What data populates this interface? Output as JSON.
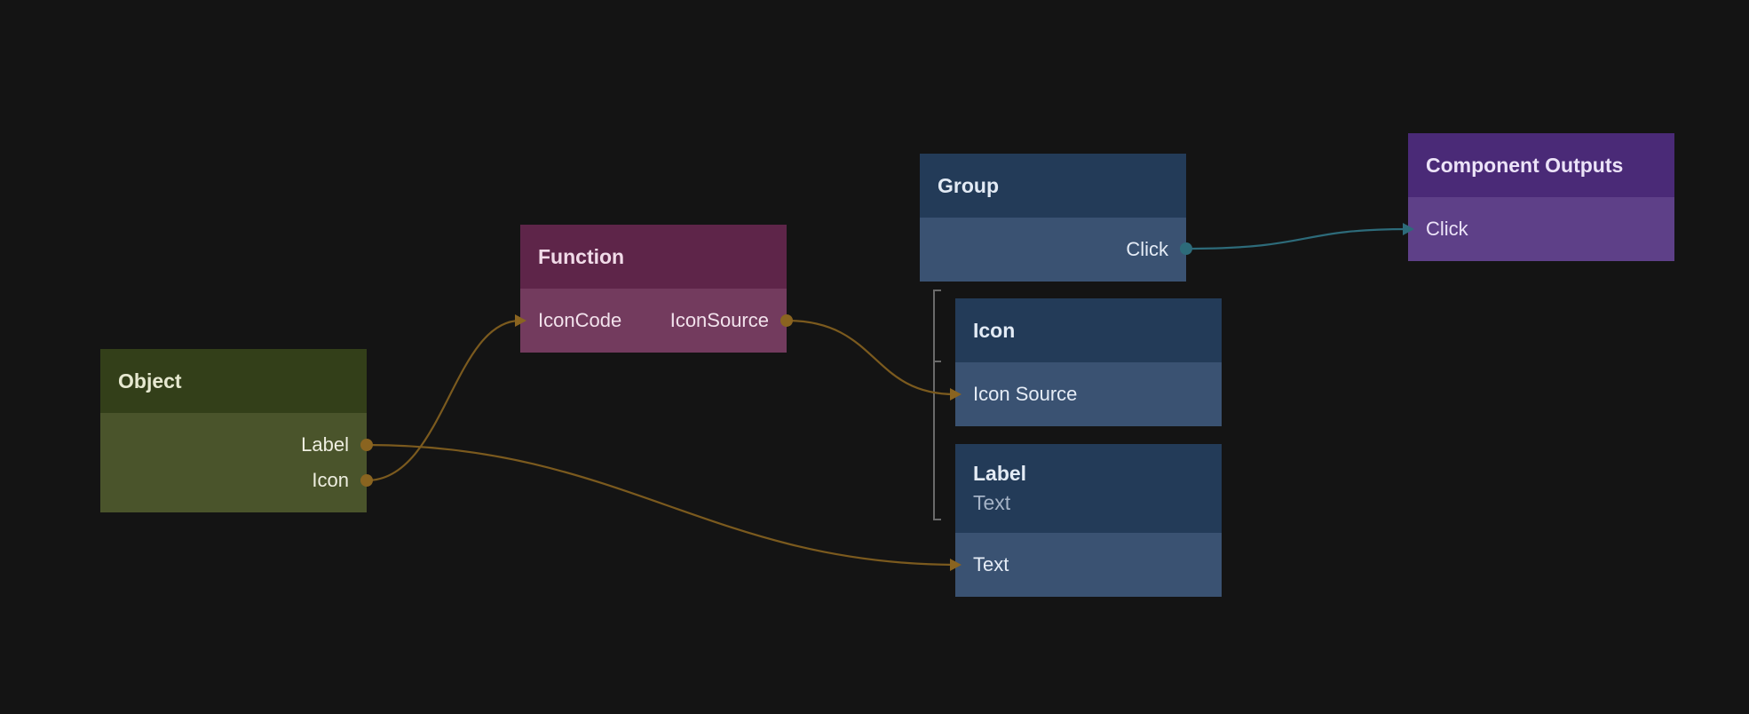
{
  "nodes": {
    "object": {
      "title": "Object",
      "outputs": [
        "Label",
        "Icon"
      ]
    },
    "function": {
      "title": "Function",
      "input": "IconCode",
      "output": "IconSource"
    },
    "group": {
      "title": "Group",
      "output": "Click"
    },
    "icon": {
      "title": "Icon",
      "input": "Icon Source"
    },
    "label": {
      "title": "Label",
      "subtitle": "Text",
      "input": "Text"
    },
    "component_outputs": {
      "title": "Component Outputs",
      "input": "Click"
    }
  },
  "colors": {
    "background": "#141414",
    "data_wire": "#7b5a1e",
    "signal_wire": "#2d6b7a",
    "port_data": "#8a6420",
    "port_signal": "#2d6b7a"
  }
}
